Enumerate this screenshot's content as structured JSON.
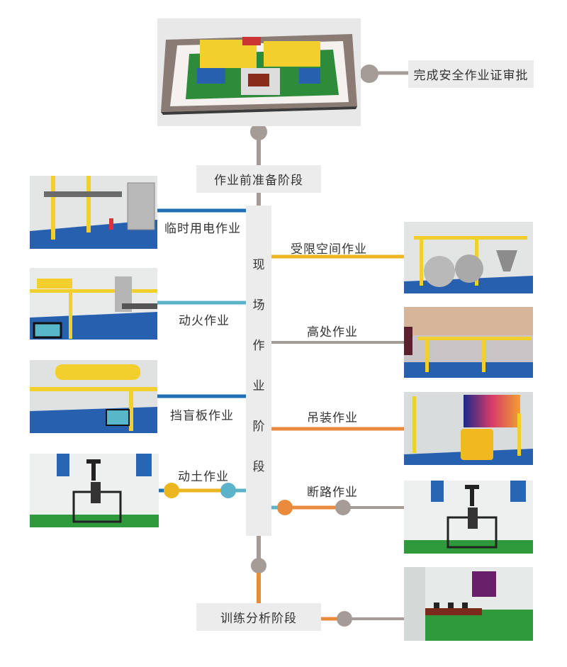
{
  "stages": {
    "approval": "完成安全作业证审批",
    "prep": "作业前准备阶段",
    "onsite_chars": [
      "现",
      "场",
      "作",
      "业",
      "阶",
      "段"
    ],
    "training": "训练分析阶段"
  },
  "left_ops": [
    "临时用电作业",
    "动火作业",
    "挡盲板作业",
    "动土作业"
  ],
  "right_ops": [
    "受限空间作业",
    "高处作业",
    "吊装作业",
    "断路作业"
  ],
  "colors": {
    "gray": "#a59c98",
    "blue": "#1f6fb6",
    "cyan": "#5ab3c9",
    "yellow": "#ecb620",
    "orange": "#e98a3c",
    "floor_green": "#2e8b3a",
    "floor_blue": "#2860b0",
    "rail_yellow": "#f2cf2c"
  }
}
